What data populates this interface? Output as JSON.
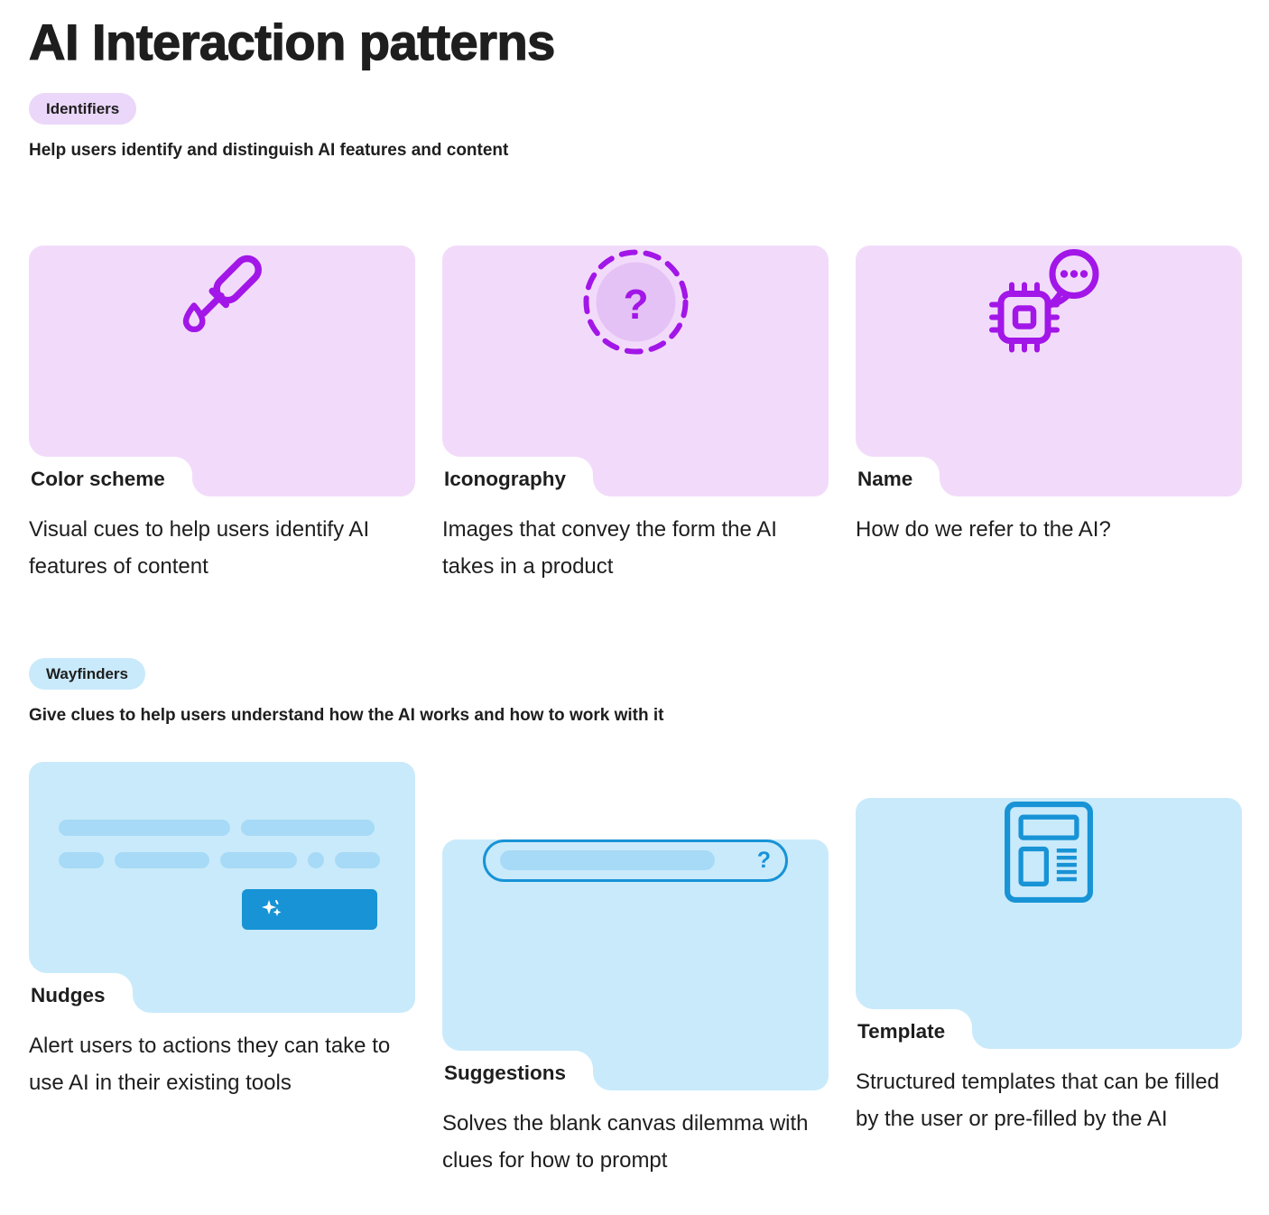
{
  "page": {
    "title": "AI Interaction patterns"
  },
  "colors": {
    "purple_accent": "#a216e8",
    "purple_card_bg": "#f2dbfa",
    "purple_badge_bg": "#ead7f9",
    "blue_accent": "#1793d6",
    "blue_card_bg": "#c9eafb",
    "skeleton_bar": "#a6daf6",
    "text": "#1e1e1e"
  },
  "sections": [
    {
      "badge": "Identifiers",
      "subtitle": "Help users identify and distinguish AI features and content",
      "cards": [
        {
          "label": "Color scheme",
          "description": "Visual cues to help users identify AI features of content",
          "icon": "eyedropper-icon"
        },
        {
          "label": "Iconography",
          "description": "Images that convey the form the AI takes in a product",
          "icon": "question-mark-dashed-circle-icon",
          "question_glyph": "?"
        },
        {
          "label": "Name",
          "description": "How do we refer to the AI?",
          "icon": "chip-speech-bubble-icon"
        }
      ]
    },
    {
      "badge": "Wayfinders",
      "subtitle": "Give clues to help users understand how the AI works and how to work with it",
      "cards": [
        {
          "label": "Nudges",
          "description": "Alert users to actions they can take to use AI in their existing tools",
          "icon": "sparkle-button-skeleton-icon"
        },
        {
          "label": "Suggestions",
          "description": "Solves the blank canvas dilemma with clues for how to prompt",
          "icon": "prompt-input-icon",
          "question_glyph": "?"
        },
        {
          "label": "Template",
          "description": "Structured templates that can be filled by the user or pre-filled by the AI",
          "icon": "template-layout-icon"
        }
      ]
    }
  ]
}
